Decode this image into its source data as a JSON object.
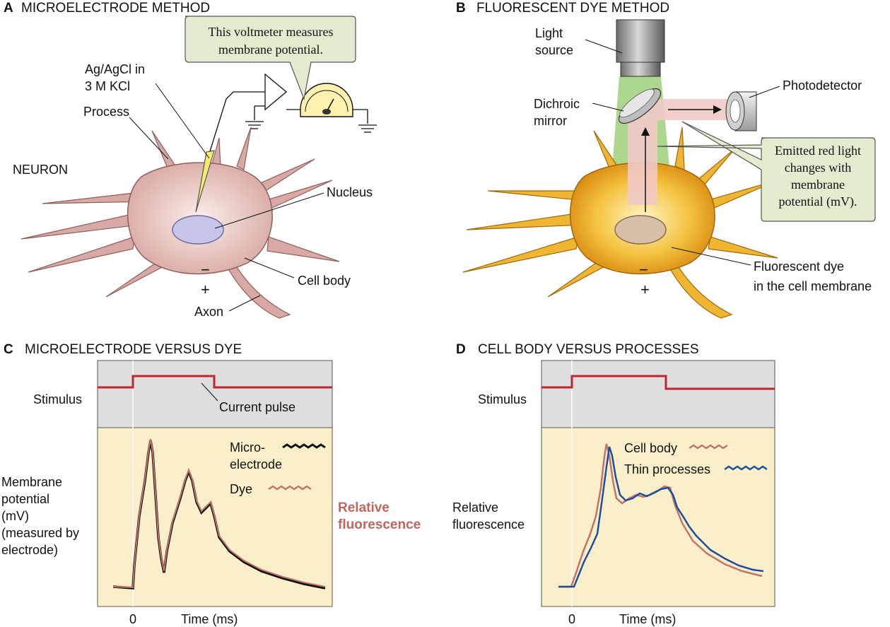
{
  "panels": {
    "A": {
      "letter": "A",
      "title": "MICROELECTRODE METHOD",
      "callout": [
        "This voltmeter measures",
        "membrane potential."
      ],
      "electrode": [
        "Ag/AgCl in",
        "3 M KCl"
      ],
      "process": "Process",
      "neuron": "NEURON",
      "nucleus": "Nucleus",
      "cell_body": "Cell body",
      "axon": "Axon",
      "minus": "−",
      "plus": "+"
    },
    "B": {
      "letter": "B",
      "title": "FLUORESCENT DYE METHOD",
      "light_source": [
        "Light",
        "source"
      ],
      "photodetector": "Photodetector",
      "mirror": [
        "Dichroic",
        "mirror"
      ],
      "callout": [
        "Emitted red light",
        "changes with",
        "membrane",
        "potential (mV)."
      ],
      "dye": [
        "Fluorescent dye",
        "in the cell membrane"
      ],
      "minus": "−",
      "plus": "+"
    },
    "C": {
      "letter": "C",
      "title": "MICROELECTRODE VERSUS DYE",
      "stimulus": "Stimulus",
      "pulse": "Current pulse",
      "ylabel": [
        "Membrane",
        "potential",
        "(mV)",
        "(measured by",
        "electrode)"
      ],
      "right_label": [
        "Relative",
        "fluorescence"
      ],
      "legend": [
        "Micro-",
        "electrode",
        "Dye"
      ],
      "xzero": "0",
      "xlabel": "Time (ms)"
    },
    "D": {
      "letter": "D",
      "title": "CELL BODY VERSUS PROCESSES",
      "stimulus": "Stimulus",
      "ylabel": [
        "Relative",
        "fluorescence"
      ],
      "legend": [
        "Cell body",
        "Thin processes"
      ],
      "xzero": "0",
      "xlabel": "Time (ms)"
    }
  },
  "colors": {
    "stimulus_bg": "#dedede",
    "plot_bg": "#fbefc9",
    "stimulus_line": "#c0272d",
    "electrode_trace": "#111111",
    "dye_trace": "#c0746c",
    "cell_body_trace": "#c0746c",
    "processes_trace": "#1f4e9c",
    "callout_bg": "#e3eccf",
    "neuron_A": "#e6c1bd",
    "neuron_B": "#f0b531",
    "green_beam": "#9fcf7a",
    "red_beam": "#f1c9c7",
    "relative_fluor_text": "#c0665c"
  }
}
